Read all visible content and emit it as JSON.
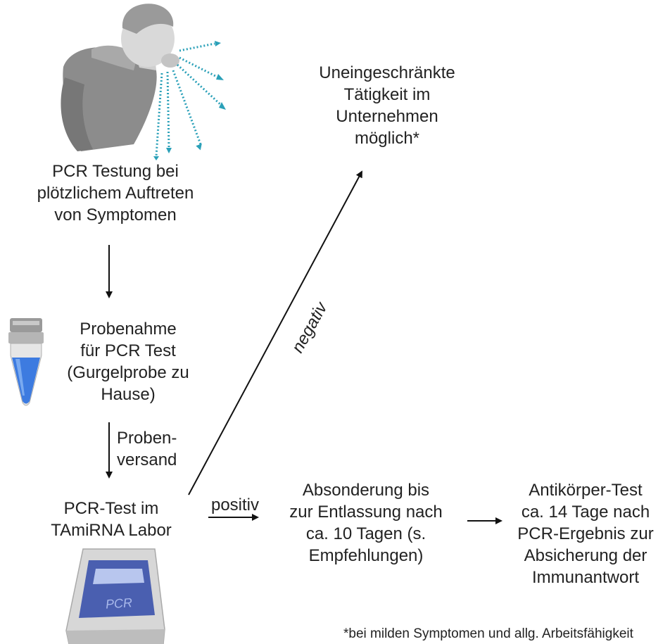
{
  "nodes": {
    "symptoms": "PCR Testung bei\nplötzlichem Auftreten\nvon Symptomen",
    "sampling": "Probenahme\nfür PCR Test\n(Gurgelprobe zu\nHause)",
    "pcr_lab": "PCR-Test im\nTAmiRNA Labor",
    "unrestricted": "Uneingeschränkte\nTätigkeit im\nUnternehmen\nmöglich*",
    "isolation": "Absonderung bis\nzur Entlassung nach\nca. 10 Tagen (s.\nEmpfehlungen)",
    "antibody": "Antikörper-Test\nca. 14 Tage nach\nPCR-Ergebnis zur\nAbsicherung der\nImmunantwort"
  },
  "edges": {
    "shipping": "Proben-\nversand",
    "negative": "negativ",
    "positive": "positiv"
  },
  "device_label": "PCR",
  "footnote": "*bei milden Symptomen und allg. Arbeitsfähigkeit",
  "icons": {
    "person": "coughing-person-icon",
    "tube": "sample-tube-icon",
    "cycler": "pcr-machine-icon"
  },
  "colors": {
    "cough_dots": "#2aa0b8",
    "tube_liquid": "#3d7be0",
    "machine_screen": "#4a5fb0",
    "person_gray": "#8a8a8a"
  }
}
